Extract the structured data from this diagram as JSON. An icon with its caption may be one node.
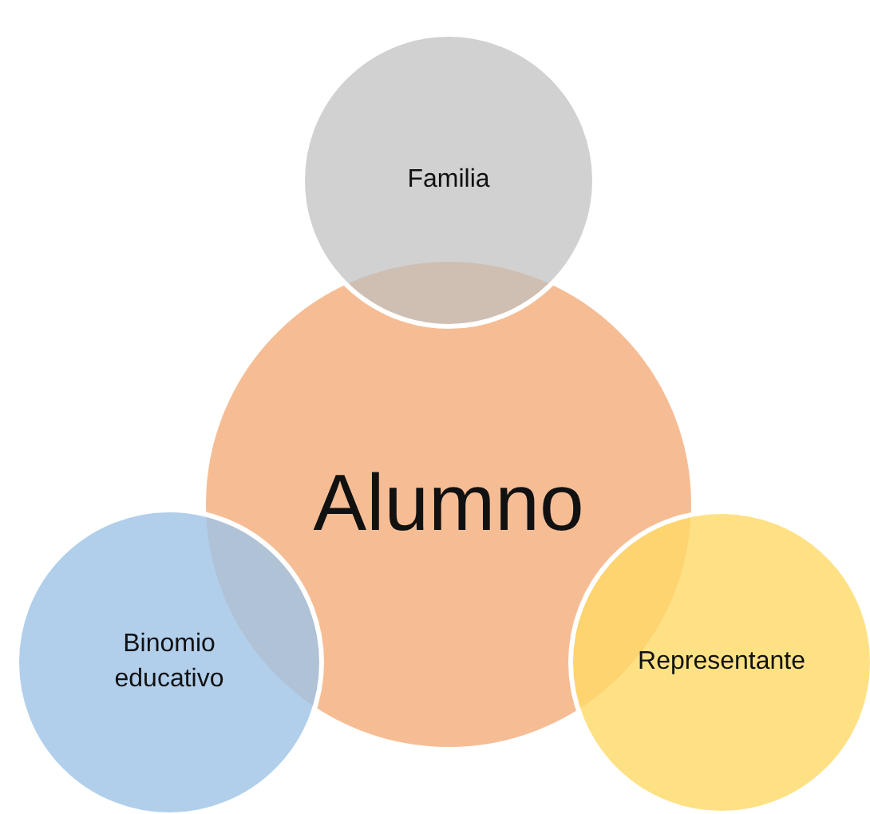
{
  "diagram": {
    "nodes": [
      {
        "text": [
          "Familia"
        ]
      },
      {
        "text": [
          "Alumno"
        ]
      },
      {
        "text": [
          "Binomio educativo"
        ]
      },
      {
        "text": [
          "Representante"
        ]
      }
    ]
  }
}
